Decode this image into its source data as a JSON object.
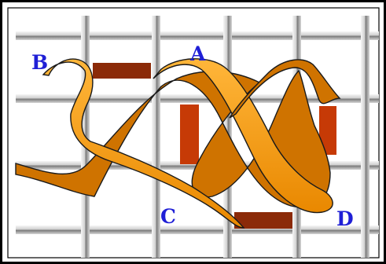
{
  "labels": {
    "a": "A",
    "b": "B",
    "c": "C",
    "d": "D"
  },
  "colors": {
    "label": "#1f1fd6",
    "border": "#000000",
    "grid_light": "#f2f2f2",
    "grid_dark": "#8a8a8a",
    "ribbon_main": "#f39a13",
    "ribbon_shadow": "#c96b00",
    "bar_brown": "#8b2a08",
    "bar_red": "#c63a06"
  }
}
